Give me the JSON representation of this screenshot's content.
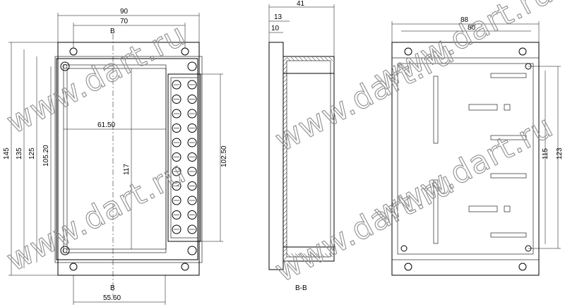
{
  "drawing": {
    "dimensions_front": {
      "width_total": "90",
      "width_holes": "70",
      "section_mark_top": "B",
      "section_mark_bottom": "B",
      "inner_width": "61.50",
      "inner_height": "117",
      "terminal_block_height": "102.50",
      "height_total": "145",
      "height_135": "135",
      "height_125": "125",
      "height_105": "105.20",
      "bottom_width": "55.60"
    },
    "dimensions_side": {
      "depth_total": "41",
      "depth_13": "13",
      "depth_10": "10",
      "section_label": "B-B"
    },
    "dimensions_back": {
      "width_total": "88",
      "width_holes": "80",
      "height_123": "123",
      "height_115": "115"
    },
    "watermark": "www.dart.ru"
  }
}
